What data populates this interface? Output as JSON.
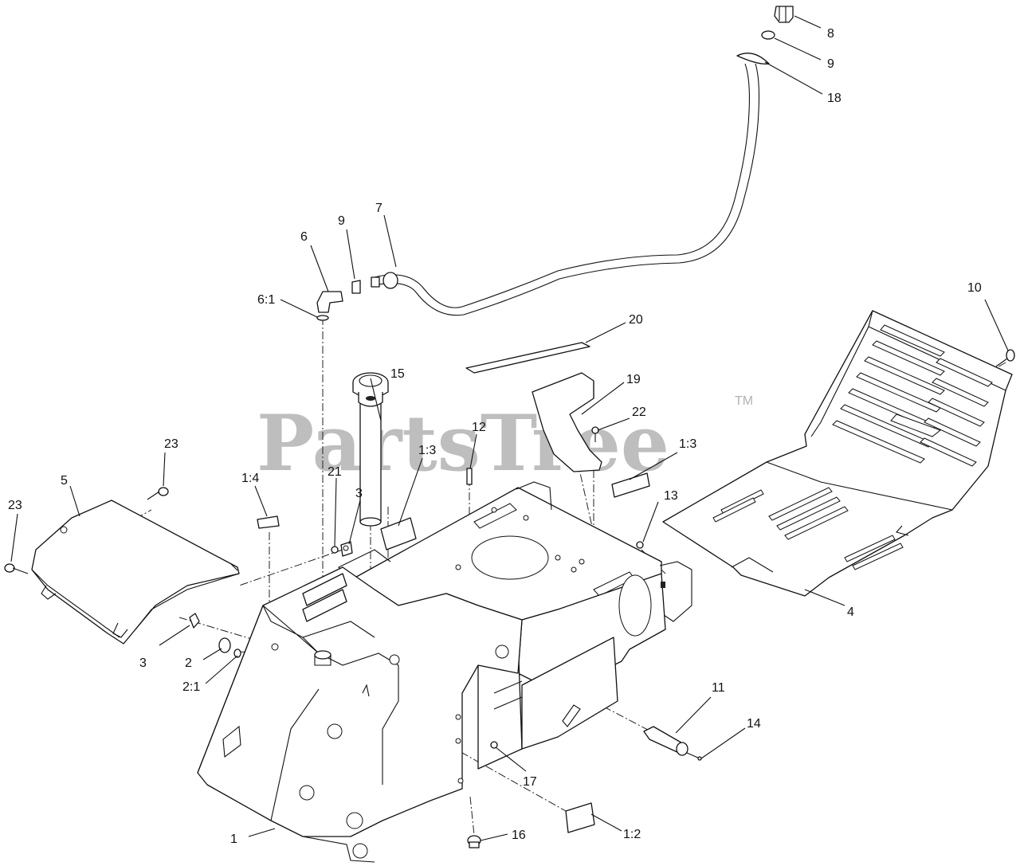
{
  "watermark": {
    "text": "PartsTree",
    "trademark": "TM"
  },
  "callouts": [
    {
      "id": "c1",
      "label": "1"
    },
    {
      "id": "c1_2",
      "label": "1:2"
    },
    {
      "id": "c1_3a",
      "label": "1:3"
    },
    {
      "id": "c1_3b",
      "label": "1:3"
    },
    {
      "id": "c1_4",
      "label": "1:4"
    },
    {
      "id": "c2",
      "label": "2"
    },
    {
      "id": "c2_1",
      "label": "2:1"
    },
    {
      "id": "c3a",
      "label": "3"
    },
    {
      "id": "c3b",
      "label": "3"
    },
    {
      "id": "c4",
      "label": "4"
    },
    {
      "id": "c5",
      "label": "5"
    },
    {
      "id": "c6",
      "label": "6"
    },
    {
      "id": "c6_1",
      "label": "6:1"
    },
    {
      "id": "c7",
      "label": "7"
    },
    {
      "id": "c8",
      "label": "8"
    },
    {
      "id": "c9a",
      "label": "9"
    },
    {
      "id": "c9b",
      "label": "9"
    },
    {
      "id": "c10",
      "label": "10"
    },
    {
      "id": "c11",
      "label": "11"
    },
    {
      "id": "c12",
      "label": "12"
    },
    {
      "id": "c13",
      "label": "13"
    },
    {
      "id": "c14",
      "label": "14"
    },
    {
      "id": "c15",
      "label": "15"
    },
    {
      "id": "c16",
      "label": "16"
    },
    {
      "id": "c17",
      "label": "17"
    },
    {
      "id": "c18",
      "label": "18"
    },
    {
      "id": "c19",
      "label": "19"
    },
    {
      "id": "c20",
      "label": "20"
    },
    {
      "id": "c21",
      "label": "21"
    },
    {
      "id": "c22",
      "label": "22"
    },
    {
      "id": "c23a",
      "label": "23"
    },
    {
      "id": "c23b",
      "label": "23"
    }
  ]
}
